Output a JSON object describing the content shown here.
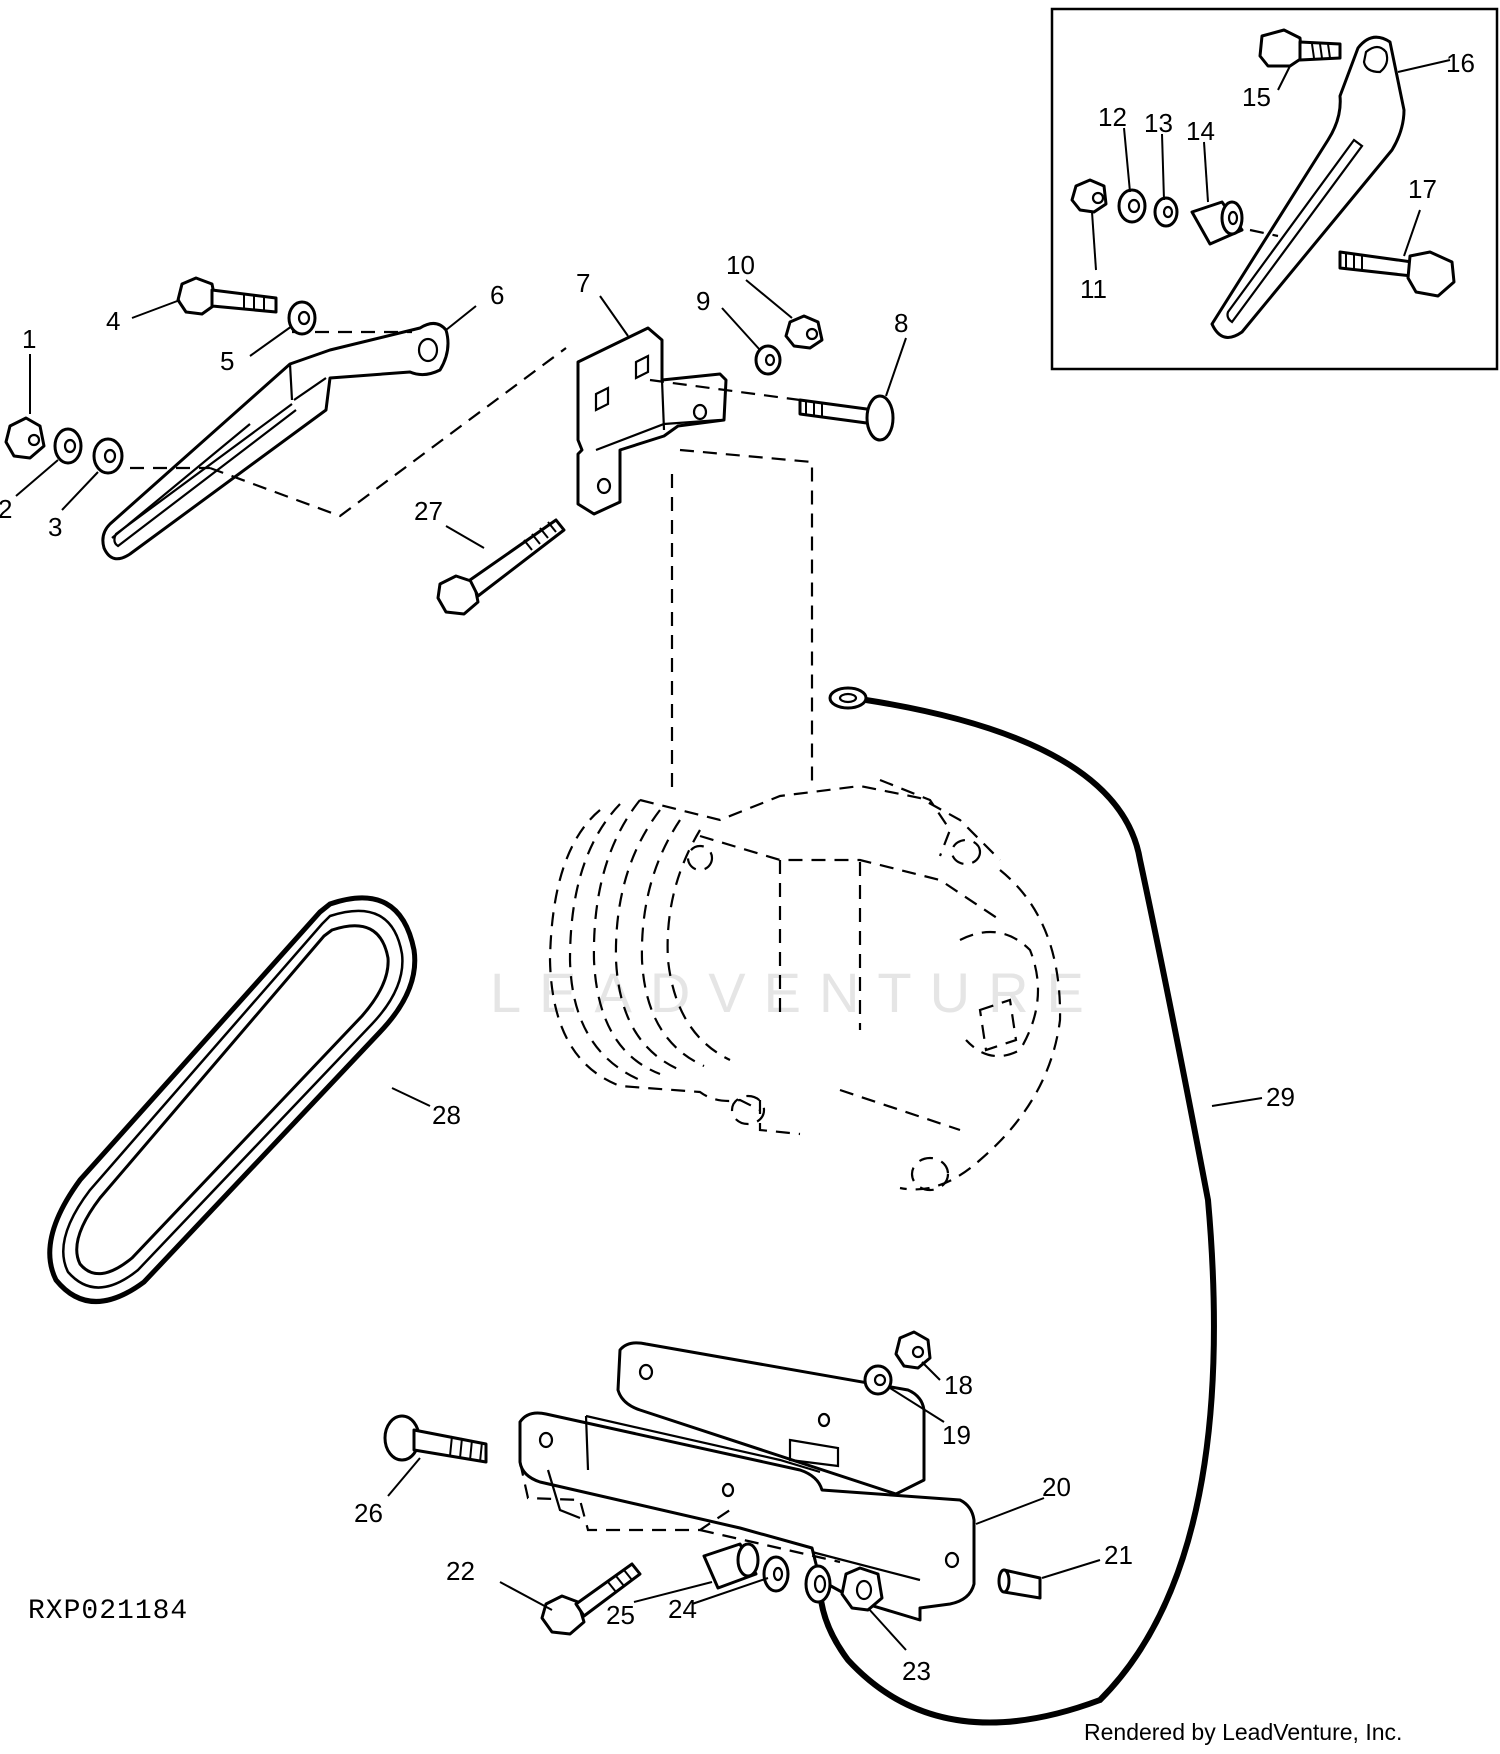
{
  "diagram": {
    "figure_code": "RXP021184",
    "credit": "Rendered by LeadVenture, Inc.",
    "watermark": "LEADVENTURE",
    "callouts": [
      "1",
      "2",
      "3",
      "4",
      "5",
      "6",
      "7",
      "8",
      "9",
      "10",
      "11",
      "12",
      "13",
      "14",
      "15",
      "16",
      "17",
      "18",
      "19",
      "20",
      "21",
      "22",
      "23",
      "24",
      "25",
      "26",
      "27",
      "28",
      "29"
    ]
  }
}
